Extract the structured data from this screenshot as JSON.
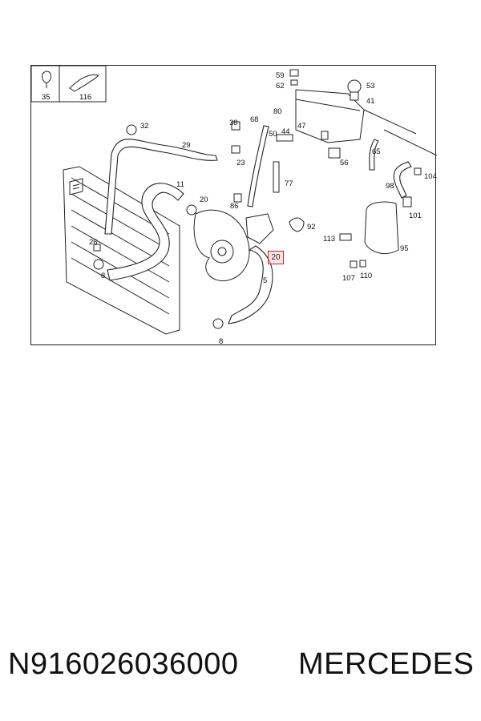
{
  "diagram": {
    "highlight_label": "20",
    "callouts": [
      "35",
      "116",
      "59",
      "62",
      "53",
      "41",
      "80",
      "68",
      "38",
      "50",
      "44",
      "47",
      "32",
      "29",
      "23",
      "56",
      "65",
      "104",
      "77",
      "11",
      "20",
      "98",
      "101",
      "86",
      "26",
      "92",
      "113",
      "95",
      "8",
      "107",
      "110",
      "5",
      "8"
    ]
  },
  "footer": {
    "part_number": "N916026036000",
    "brand": "MERCEDES"
  },
  "colors": {
    "highlight": "#d42020",
    "line": "#222222"
  }
}
